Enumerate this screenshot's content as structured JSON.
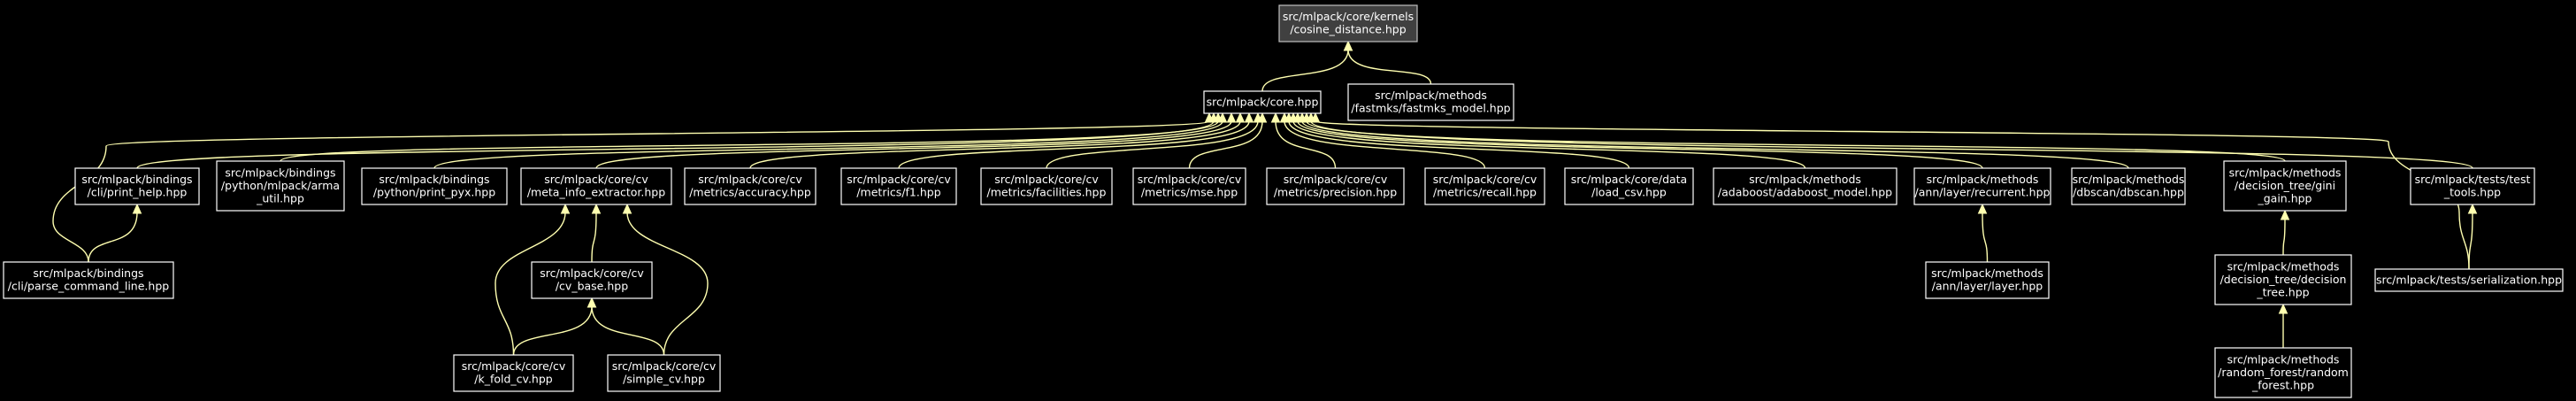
{
  "graph": {
    "nodes": [
      {
        "id": "cosine",
        "lines": [
          "src/mlpack/core/kernels",
          "/cosine_distance.hpp"
        ],
        "root": true
      },
      {
        "id": "core",
        "lines": [
          "src/mlpack/core.hpp"
        ]
      },
      {
        "id": "fastmks",
        "lines": [
          "src/mlpack/methods",
          "/fastmks/fastmks_model.hpp"
        ]
      },
      {
        "id": "print_help",
        "lines": [
          "src/mlpack/bindings",
          "/cli/print_help.hpp"
        ]
      },
      {
        "id": "arma_util",
        "lines": [
          "src/mlpack/bindings",
          "/python/mlpack/arma",
          "_util.hpp"
        ]
      },
      {
        "id": "print_pyx",
        "lines": [
          "src/mlpack/bindings",
          "/python/print_pyx.hpp"
        ]
      },
      {
        "id": "meta_info",
        "lines": [
          "src/mlpack/core/cv",
          "/meta_info_extractor.hpp"
        ]
      },
      {
        "id": "accuracy",
        "lines": [
          "src/mlpack/core/cv",
          "/metrics/accuracy.hpp"
        ]
      },
      {
        "id": "f1",
        "lines": [
          "src/mlpack/core/cv",
          "/metrics/f1.hpp"
        ]
      },
      {
        "id": "facilities",
        "lines": [
          "src/mlpack/core/cv",
          "/metrics/facilities.hpp"
        ]
      },
      {
        "id": "mse",
        "lines": [
          "src/mlpack/core/cv",
          "/metrics/mse.hpp"
        ]
      },
      {
        "id": "precision",
        "lines": [
          "src/mlpack/core/cv",
          "/metrics/precision.hpp"
        ]
      },
      {
        "id": "recall",
        "lines": [
          "src/mlpack/core/cv",
          "/metrics/recall.hpp"
        ]
      },
      {
        "id": "load_csv",
        "lines": [
          "src/mlpack/core/data",
          "/load_csv.hpp"
        ]
      },
      {
        "id": "adaboost",
        "lines": [
          "src/mlpack/methods",
          "/adaboost/adaboost_model.hpp"
        ]
      },
      {
        "id": "recurrent",
        "lines": [
          "src/mlpack/methods",
          "/ann/layer/recurrent.hpp"
        ]
      },
      {
        "id": "dbscan",
        "lines": [
          "src/mlpack/methods",
          "/dbscan/dbscan.hpp"
        ]
      },
      {
        "id": "gini",
        "lines": [
          "src/mlpack/methods",
          "/decision_tree/gini",
          "_gain.hpp"
        ]
      },
      {
        "id": "test_tools",
        "lines": [
          "src/mlpack/tests/test",
          "_tools.hpp"
        ]
      },
      {
        "id": "parse_cmd",
        "lines": [
          "src/mlpack/bindings",
          "/cli/parse_command_line.hpp"
        ]
      },
      {
        "id": "cv_base",
        "lines": [
          "src/mlpack/core/cv",
          "/cv_base.hpp"
        ]
      },
      {
        "id": "layer",
        "lines": [
          "src/mlpack/methods",
          "/ann/layer/layer.hpp"
        ]
      },
      {
        "id": "decision_tree",
        "lines": [
          "src/mlpack/methods",
          "/decision_tree/decision",
          "_tree.hpp"
        ]
      },
      {
        "id": "serialization",
        "lines": [
          "src/mlpack/tests/serialization.hpp"
        ]
      },
      {
        "id": "k_fold",
        "lines": [
          "src/mlpack/core/cv",
          "/k_fold_cv.hpp"
        ]
      },
      {
        "id": "simple_cv",
        "lines": [
          "src/mlpack/core/cv",
          "/simple_cv.hpp"
        ]
      },
      {
        "id": "random_forest",
        "lines": [
          "src/mlpack/methods",
          "/random_forest/random",
          "_forest.hpp"
        ]
      }
    ],
    "edges": [
      {
        "from": "core",
        "to": "cosine"
      },
      {
        "from": "fastmks",
        "to": "cosine"
      },
      {
        "from": "print_help",
        "to": "core"
      },
      {
        "from": "arma_util",
        "to": "core"
      },
      {
        "from": "print_pyx",
        "to": "core"
      },
      {
        "from": "meta_info",
        "to": "core"
      },
      {
        "from": "accuracy",
        "to": "core"
      },
      {
        "from": "f1",
        "to": "core"
      },
      {
        "from": "facilities",
        "to": "core"
      },
      {
        "from": "mse",
        "to": "core"
      },
      {
        "from": "precision",
        "to": "core"
      },
      {
        "from": "recall",
        "to": "core"
      },
      {
        "from": "load_csv",
        "to": "core"
      },
      {
        "from": "adaboost",
        "to": "core"
      },
      {
        "from": "recurrent",
        "to": "core"
      },
      {
        "from": "dbscan",
        "to": "core"
      },
      {
        "from": "gini",
        "to": "core"
      },
      {
        "from": "test_tools",
        "to": "core"
      },
      {
        "from": "parse_cmd",
        "to": "core"
      },
      {
        "from": "serialization",
        "to": "core"
      },
      {
        "from": "parse_cmd",
        "to": "print_help"
      },
      {
        "from": "cv_base",
        "to": "meta_info"
      },
      {
        "from": "k_fold",
        "to": "meta_info"
      },
      {
        "from": "simple_cv",
        "to": "meta_info"
      },
      {
        "from": "k_fold",
        "to": "cv_base"
      },
      {
        "from": "simple_cv",
        "to": "cv_base"
      },
      {
        "from": "layer",
        "to": "recurrent"
      },
      {
        "from": "decision_tree",
        "to": "gini"
      },
      {
        "from": "random_forest",
        "to": "decision_tree"
      },
      {
        "from": "serialization",
        "to": "test_tools"
      }
    ]
  },
  "colors": {
    "background": "#000000",
    "node_border": "#ffffff",
    "root_fill": "#404040",
    "edge": "#ffffb0",
    "text": "#ffffff"
  }
}
